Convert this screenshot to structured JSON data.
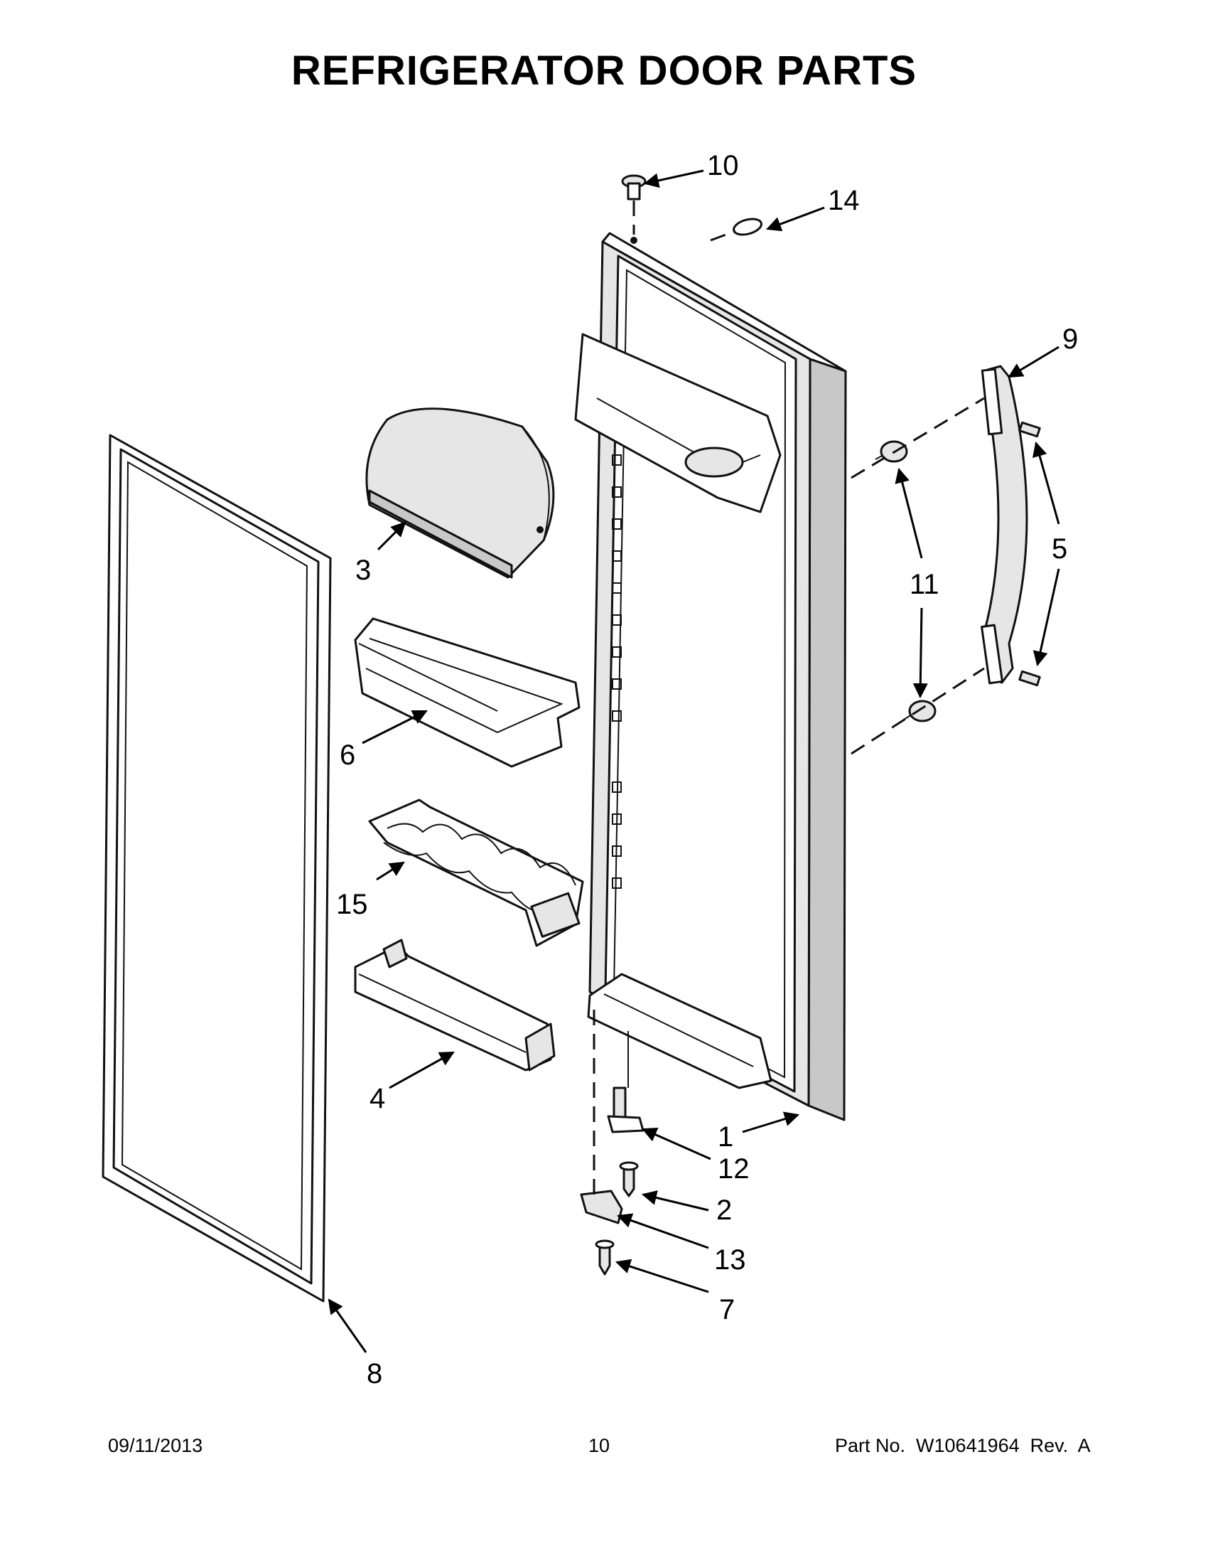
{
  "title": "REFRIGERATOR DOOR PARTS",
  "callouts": {
    "c1": "1",
    "c2": "2",
    "c3": "3",
    "c4": "4",
    "c5": "5",
    "c6": "6",
    "c7": "7",
    "c8": "8",
    "c9": "9",
    "c10": "10",
    "c11": "11",
    "c12": "12",
    "c13": "13",
    "c14": "14",
    "c15": "15"
  },
  "footer": {
    "date": "09/11/2013",
    "page": "10",
    "part_no": "Part No.  W10641964  Rev.  A"
  }
}
